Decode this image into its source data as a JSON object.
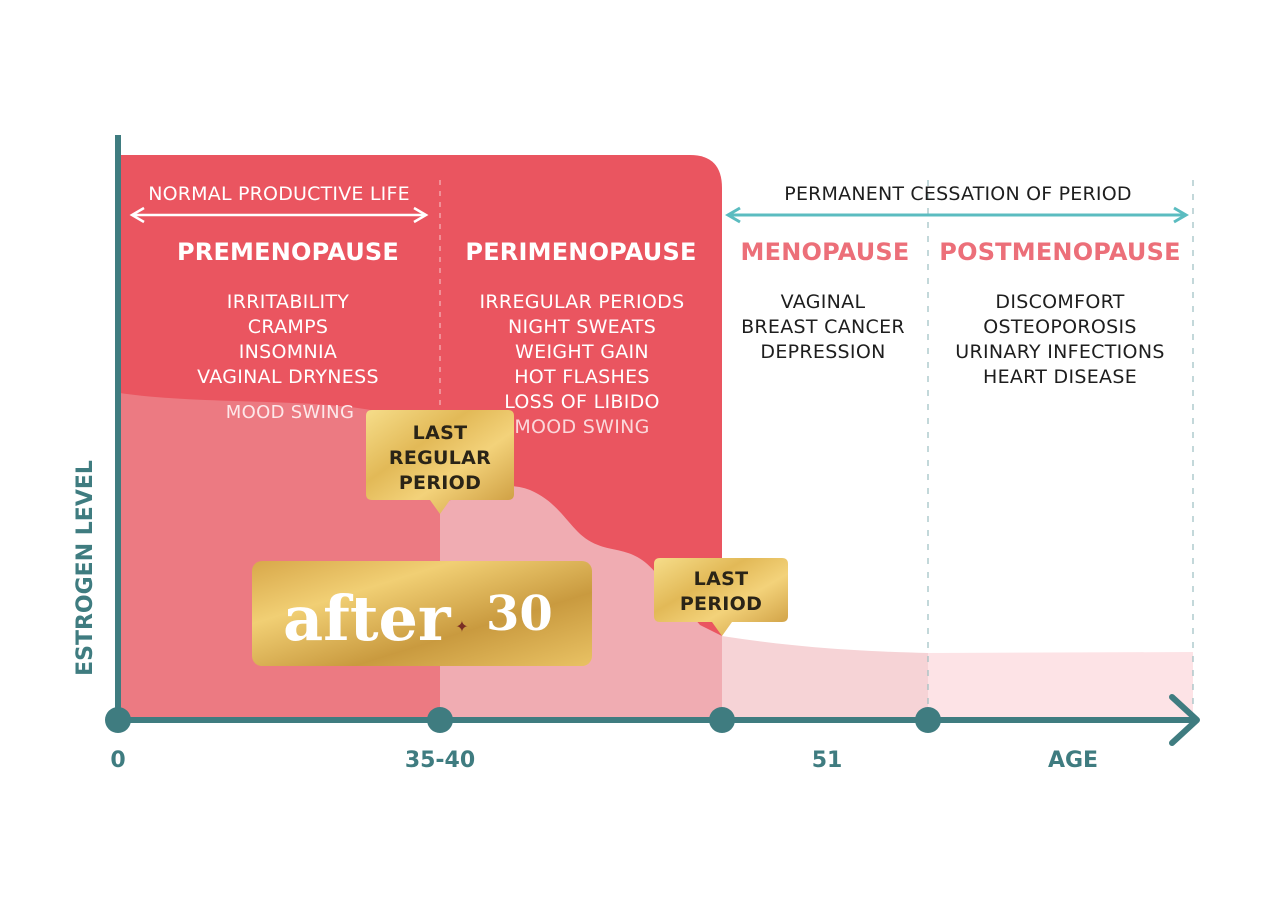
{
  "axes": {
    "y_label": "ESTROGEN LEVEL",
    "x_ticks": [
      "0",
      "35-40",
      "51",
      "AGE"
    ]
  },
  "top_headers": {
    "left": "NORMAL PRODUCTIVE LIFE",
    "right": "PERMANENT CESSATION OF PERIOD"
  },
  "phases": [
    {
      "title": "PREMENOPAUSE",
      "symptoms": [
        "IRRITABILITY",
        "CRAMPS",
        "INSOMNIA",
        "VAGINAL DRYNESS",
        "MOOD SWING"
      ]
    },
    {
      "title": "PERIMENOPAUSE",
      "symptoms": [
        "IRREGULAR PERIODS",
        "NIGHT SWEATS",
        "WEIGHT GAIN",
        "HOT FLASHES",
        "LOSS OF LIBIDO",
        "MOOD SWING"
      ]
    },
    {
      "title": "MENOPAUSE",
      "symptoms": [
        "VAGINAL",
        "BREAST CANCER",
        "DEPRESSION"
      ]
    },
    {
      "title": "POSTMENOPAUSE",
      "symptoms": [
        "DISCOMFORT",
        "OSTEOPOROSIS",
        "URINARY INFECTIONS",
        "HEART DISEASE"
      ]
    }
  ],
  "callouts": {
    "last_regular_period": [
      "LAST",
      "REGULAR",
      "PERIOD"
    ],
    "last_period": [
      "LAST",
      "PERIOD"
    ]
  },
  "logo": {
    "text": "after",
    "number": "30"
  },
  "colors": {
    "teal": "#3f7c80",
    "arrow_teal": "#5bbcc0",
    "red": "#ea5560",
    "pink_light": "#ec7a82",
    "pink_lighter": "#f0acb2",
    "pink_faint": "#f6d3d6",
    "pink_faintest": "#fde3e6",
    "gold": "#e8c66a"
  }
}
